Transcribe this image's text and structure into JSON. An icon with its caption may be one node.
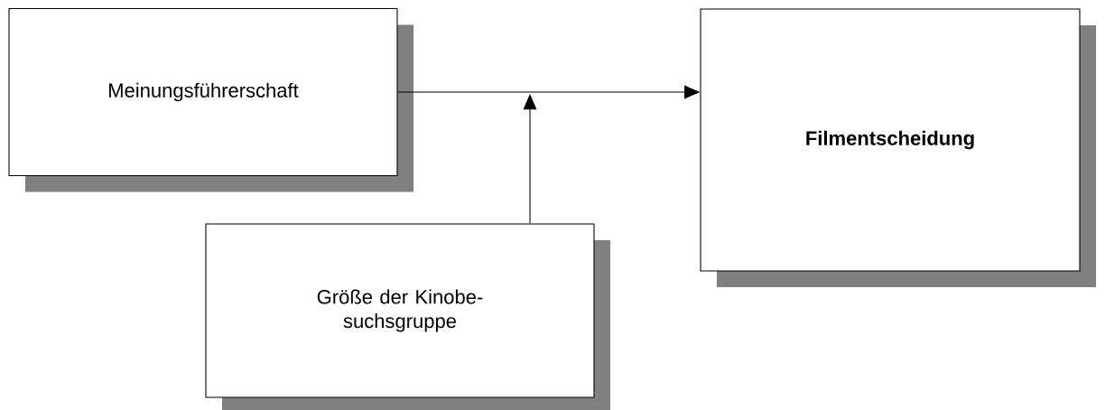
{
  "diagram": {
    "nodes": [
      {
        "text": [
          "Meinungsführerschaft"
        ]
      },
      {
        "text": [
          "Größe der Kinobe-suchsgruppe"
        ]
      },
      {
        "text": [
          "**Filmentscheidung**"
        ]
      }
    ],
    "edges": [
      {
        "from": 0,
        "to": 2,
        "arrow": "to"
      },
      {
        "from": 1,
        "to": null,
        "arrow": "to"
      }
    ]
  }
}
